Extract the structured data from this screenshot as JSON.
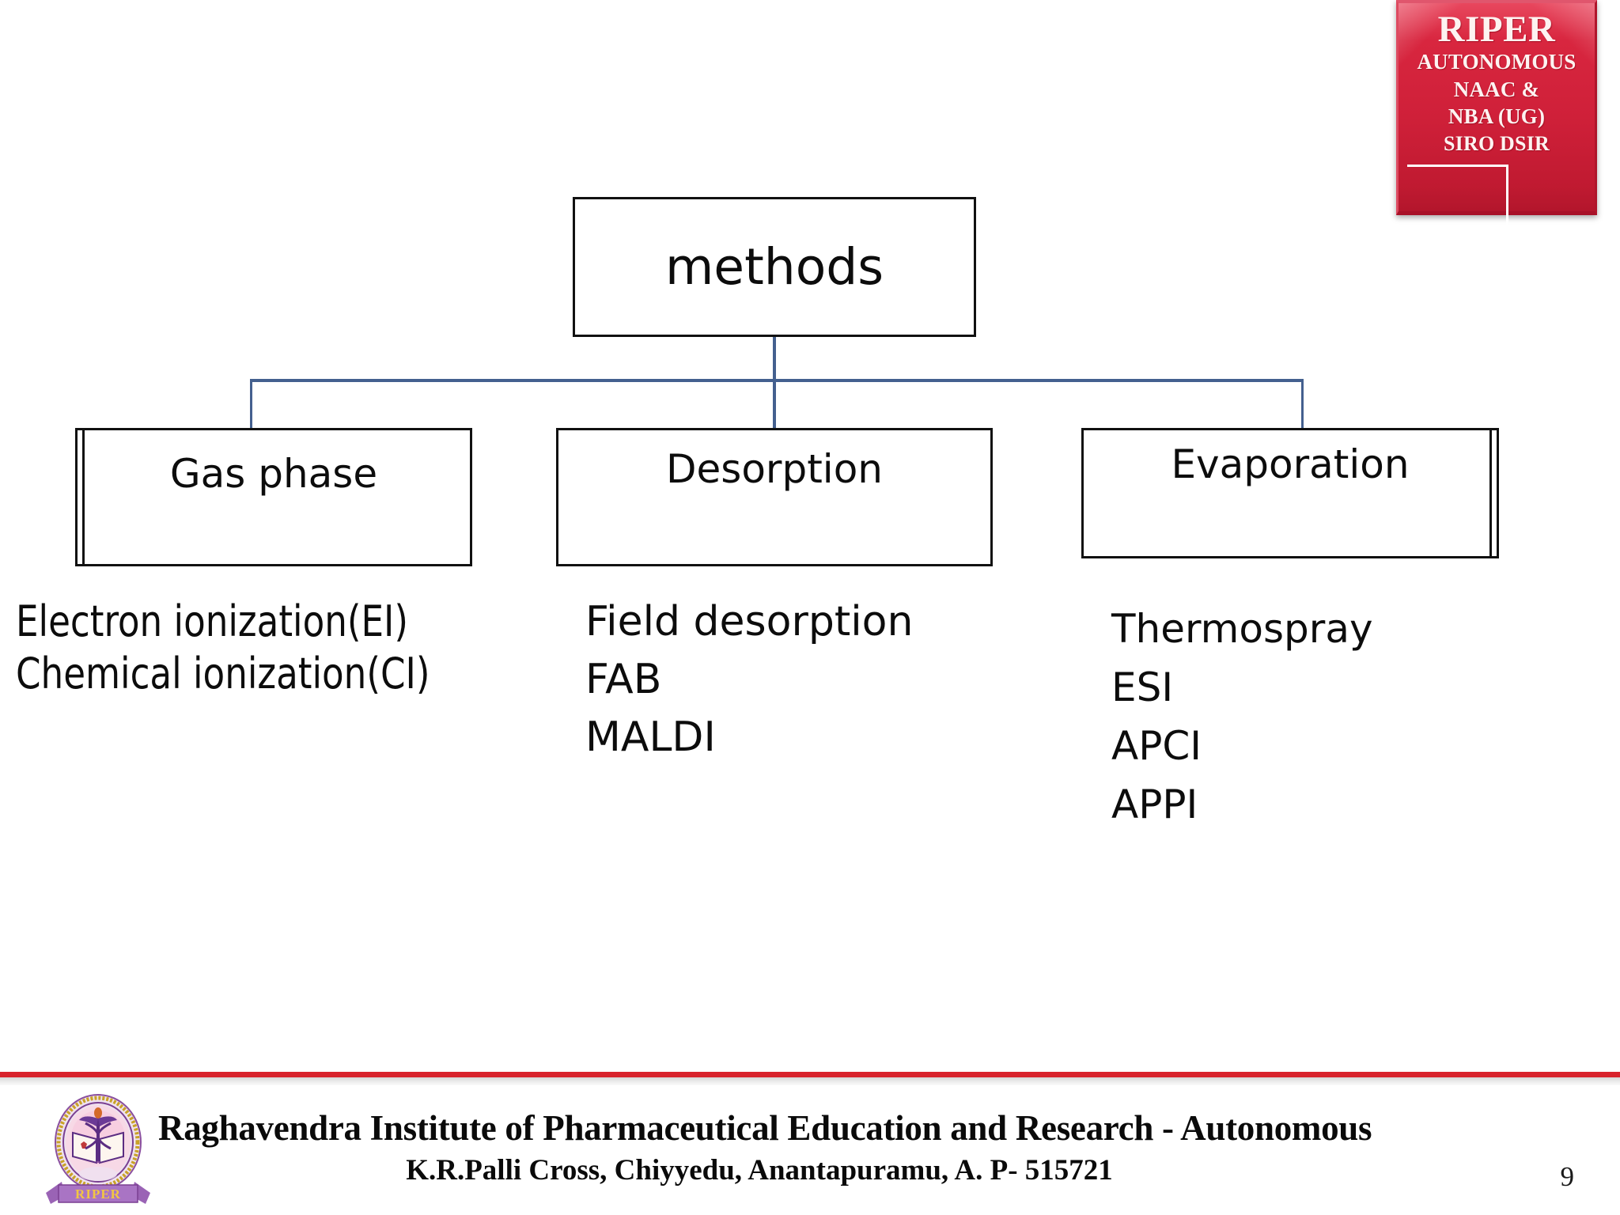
{
  "badge": {
    "title": "RIPER",
    "lines": [
      "AUTONOMOUS",
      "NAAC &",
      "NBA (UG)",
      "SIRO  DSIR"
    ],
    "color": "#cf2039"
  },
  "diagram": {
    "root": {
      "label": "methods"
    },
    "branches": [
      {
        "label": "Gas phase",
        "items": [
          "Electron ionization(EI)",
          "Chemical ionization(CI)"
        ]
      },
      {
        "label": "Desorption",
        "items": [
          "Field desorption",
          "FAB",
          "MALDI"
        ]
      },
      {
        "label": "Evaporation",
        "items": [
          "Thermospray",
          "ESI",
          "APCI",
          "APPI"
        ]
      }
    ],
    "connector_color": "#44608f",
    "box_border_color": "#111111"
  },
  "footer": {
    "institute": "Raghavendra Institute of Pharmaceutical Education and Research - Autonomous",
    "address": "K.R.Palli Cross, Chiyyedu, Anantapuramu, A. P- 515721",
    "slide_number": "9",
    "rule_color": "#d8222b",
    "seal_text": "RIPER"
  }
}
